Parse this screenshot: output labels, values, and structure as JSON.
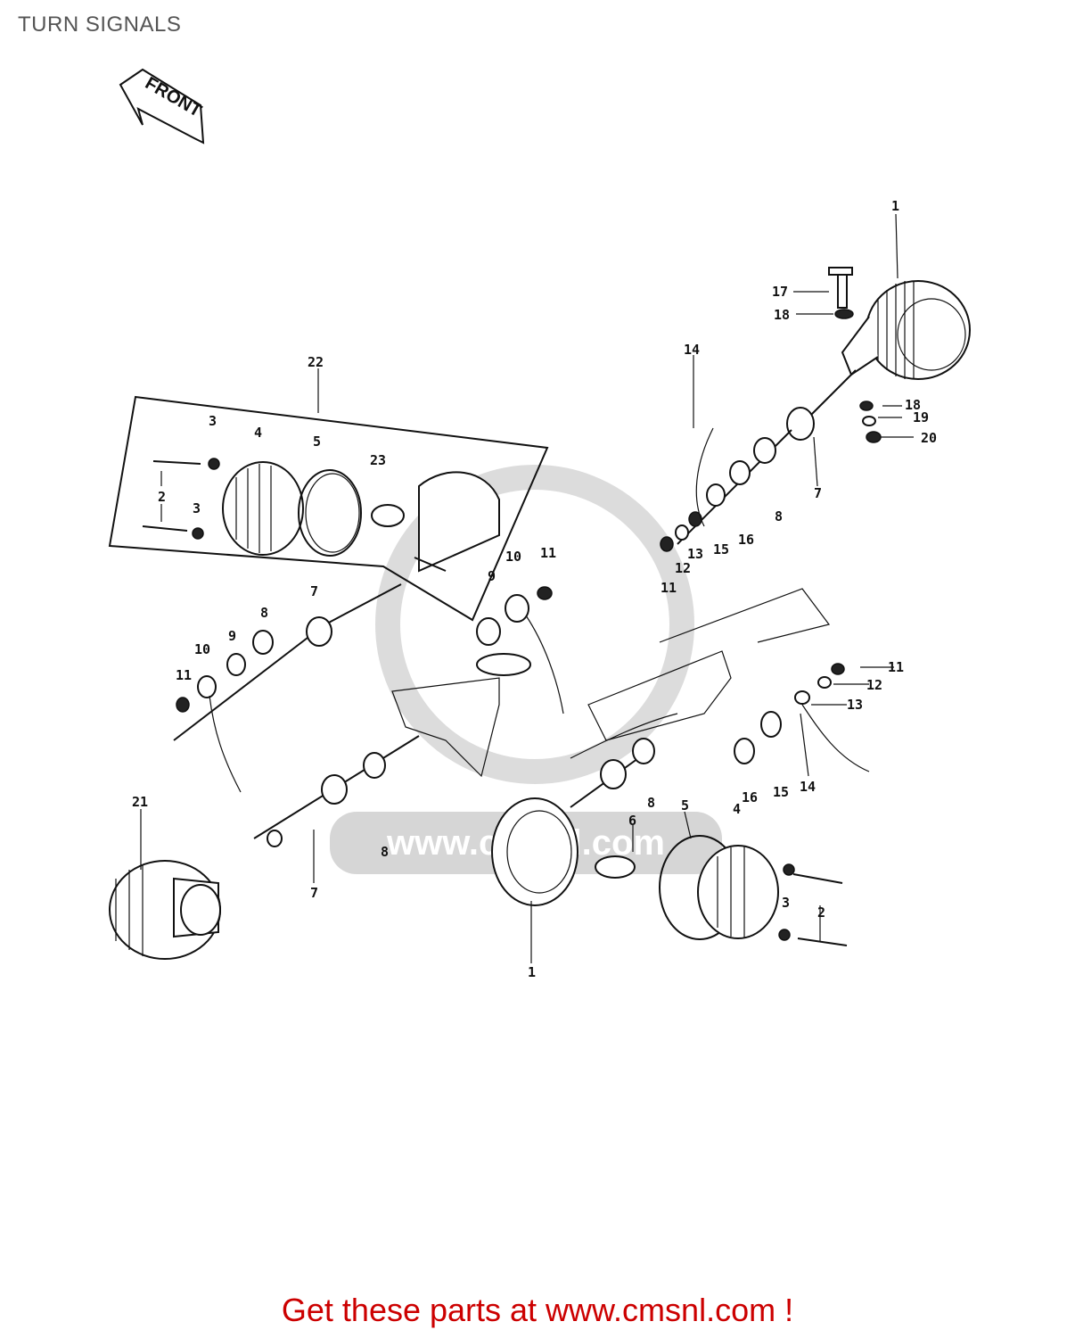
{
  "page": {
    "title": "TURN SIGNALS",
    "footer_text": "Get these parts at www.cmsnl.com !"
  },
  "diagram": {
    "direction_label": "FRONT",
    "watermark": "www.cmsnl.com",
    "colors": {
      "footer": "#cc0000",
      "title": "#555555",
      "linework": "#111111",
      "watermark": "#cfcfcf"
    },
    "callouts": {
      "c1a": "1",
      "c17": "17",
      "c18a": "18",
      "c14a": "14",
      "c18b": "18",
      "c19": "19",
      "c20": "20",
      "c7a": "7",
      "c8a": "8",
      "c16a": "16",
      "c15a": "15",
      "c13a": "13",
      "c12a": "12",
      "c11a": "11",
      "c22": "22",
      "c3a": "3",
      "c4a": "4",
      "c5a": "5",
      "c23": "23",
      "c2a": "2",
      "c3b": "3",
      "c11b": "11",
      "c10a": "10",
      "c9a": "9",
      "c7b": "7",
      "c8b": "8",
      "c9b": "9",
      "c10b": "10",
      "c11c": "11",
      "c11d": "11",
      "c12b": "12",
      "c13b": "13",
      "c14b": "14",
      "c15b": "15",
      "c16b": "16",
      "c8c": "8",
      "c8d": "8",
      "c21": "21",
      "c7c": "7",
      "c6": "6",
      "c5b": "5",
      "c4b": "4",
      "c3c": "3",
      "c2b": "2",
      "c1b": "1"
    }
  }
}
